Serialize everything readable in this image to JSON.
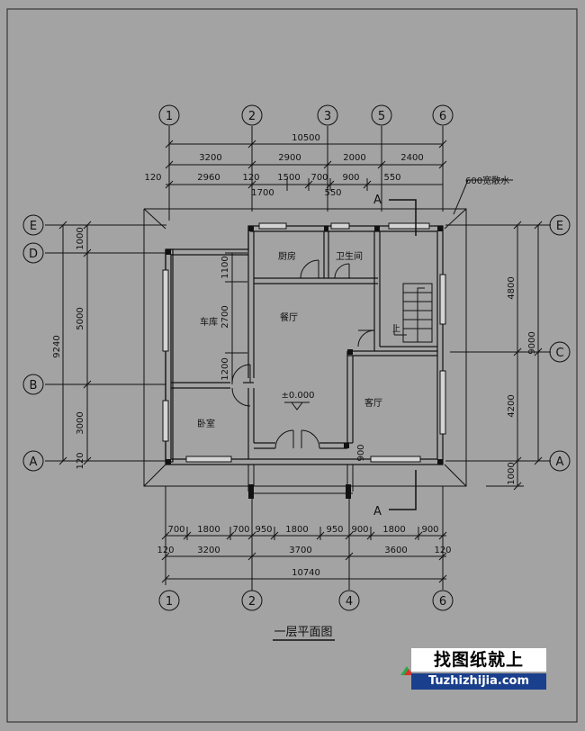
{
  "drawing_title": "一层平面图",
  "axis_bubbles": {
    "top": [
      "1",
      "2",
      "3",
      "5",
      "6"
    ],
    "bottom": [
      "1",
      "2",
      "4",
      "6"
    ],
    "left": [
      "E",
      "D",
      "B",
      "A"
    ],
    "right": [
      "E",
      "C",
      "A"
    ]
  },
  "dimensions": {
    "top_overall": "10500",
    "top_row1": [
      "3200",
      "2900",
      "2000",
      "2400"
    ],
    "top_row2": [
      "120",
      "2960",
      "120",
      "1500",
      "700",
      "900",
      "550"
    ],
    "top_row3": [
      "1700",
      "550"
    ],
    "bottom_row1": [
      "700",
      "1800",
      "700",
      "950",
      "1800",
      "950",
      "900",
      "1800",
      "900"
    ],
    "bottom_row2": [
      "120",
      "3200",
      "3700",
      "3600",
      "120"
    ],
    "bottom_overall": "10740",
    "left_overall": "9240",
    "left_segments": [
      "1000",
      "5000",
      "3000",
      "120"
    ],
    "left_inner": [
      "1100",
      "2700",
      "1200"
    ],
    "right_segments": [
      "4800",
      "4200",
      "1000"
    ],
    "right_overall": "9000",
    "porch": "900"
  },
  "rooms": {
    "kitchen": "厨房",
    "bathroom": "卫生间",
    "dining": "餐厅",
    "garage": "车库",
    "bedroom": "卧室",
    "living": "客厅"
  },
  "level_mark": "±0.000",
  "eaves_note": "600宽散水",
  "section_mark": "A",
  "stair_arrow": "上",
  "watermark": {
    "title": "找图纸就上",
    "url": "Tuzhizhijia.com"
  }
}
